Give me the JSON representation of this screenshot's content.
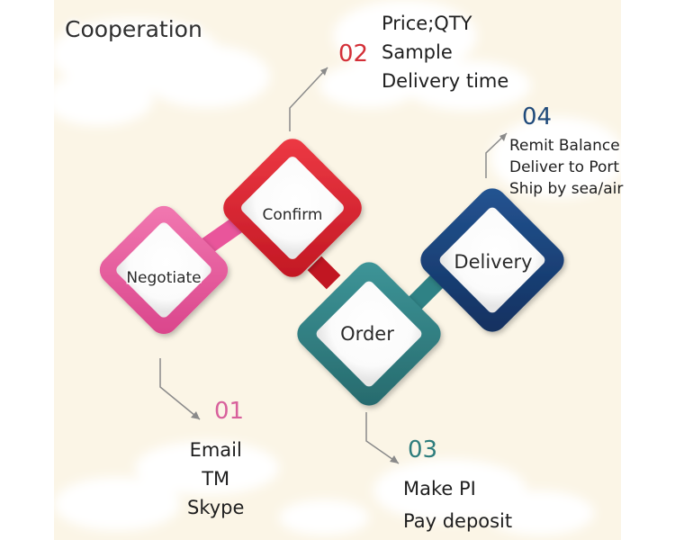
{
  "heading": "Cooperation",
  "colors": {
    "background": "#fbf5e6",
    "negotiate": "#e9559b",
    "confirm": "#d81e2a",
    "order": "#2f8285",
    "delivery": "#173f78"
  },
  "steps": [
    {
      "number": "01",
      "label": "Negotiate",
      "items": [
        "Email",
        "TM",
        "Skype"
      ]
    },
    {
      "number": "02",
      "label": "Confirm",
      "items": [
        "Price;QTY",
        "Sample",
        "Delivery time"
      ]
    },
    {
      "number": "03",
      "label": "Order",
      "items": [
        "Make PI",
        "Pay deposit"
      ]
    },
    {
      "number": "04",
      "label": "Delivery",
      "items": [
        "Remit Balance",
        "Deliver to Port",
        "Ship by sea/air"
      ]
    }
  ]
}
